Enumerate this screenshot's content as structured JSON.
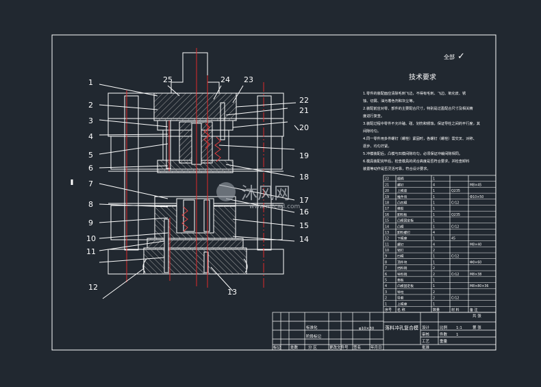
{
  "callouts": {
    "left": [
      "1",
      "2",
      "3",
      "4",
      "5",
      "6",
      "7",
      "8",
      "9",
      "10",
      "11",
      "12"
    ],
    "right": [
      "21",
      "20",
      "19",
      "18",
      "17",
      "16",
      "15",
      "14",
      "13"
    ],
    "top": [
      "25",
      "24",
      "23",
      "22"
    ]
  },
  "roughness": {
    "label": "全部",
    "mark": "✓"
  },
  "tech_req": {
    "title": "技术要求",
    "lines": [
      "1.零件的装配面应清除毛刺飞边，不得有毛刺、飞边、氧化皮、锈",
      "蚀、切屑、油污着色剂和灰尘等。",
      "2.装配前应对零、部件的主要配合尺寸，特别是过盈配合尺寸及相关精",
      "度进行复查。",
      "3.装配过程中零件不允许磕、碰、划伤和锈蚀，保证导柱之间的平行度，其",
      "间隙均匀。",
      "4.同一零件用多件螺钉（螺栓）紧固时，各螺钉（螺栓）需交叉、对称、",
      "逐步、均匀拧紧。",
      "5.冲模装配后，凸模与凹模间隙均匀，必须保证冲裁间隙相同。",
      "6.模具装配完毕后，检查模具的闭合高度是否符合要求，并检查卸料",
      "装置等动作是否灵活可靠，符合设计要求。"
    ]
  },
  "bom": {
    "rows": [
      {
        "no": "22",
        "name": "模柄",
        "qty": "1",
        "mat": "",
        "note": ""
      },
      {
        "no": "21",
        "name": "螺钉",
        "qty": "4",
        "mat": "",
        "note": "M8×45"
      },
      {
        "no": "20",
        "name": "上模座",
        "qty": "1",
        "mat": "Q235",
        "note": ""
      },
      {
        "no": "19",
        "name": "推件块",
        "qty": "1",
        "mat": "",
        "note": "Ф10×50"
      },
      {
        "no": "18",
        "name": "凸凹模",
        "qty": "1",
        "mat": "Cr12",
        "note": ""
      },
      {
        "no": "17",
        "name": "橡胶",
        "qty": "1",
        "mat": "",
        "note": ""
      },
      {
        "no": "16",
        "name": "卸料板",
        "qty": "1",
        "mat": "Q235",
        "note": ""
      },
      {
        "no": "15",
        "name": "凸模固定板",
        "qty": "1",
        "mat": "",
        "note": ""
      },
      {
        "no": "14",
        "name": "凸模",
        "qty": "1",
        "mat": "Cr12",
        "note": ""
      },
      {
        "no": "13",
        "name": "卸料螺钉",
        "qty": "4",
        "mat": "",
        "note": ""
      },
      {
        "no": "12",
        "name": "下模座",
        "qty": "1",
        "mat": "45",
        "note": ""
      },
      {
        "no": "11",
        "name": "螺钉",
        "qty": "4",
        "mat": "",
        "note": "M8×40"
      },
      {
        "no": "10",
        "name": "销钉",
        "qty": "2",
        "mat": "",
        "note": ""
      },
      {
        "no": "9",
        "name": "凹模",
        "qty": "1",
        "mat": "Cr12",
        "note": ""
      },
      {
        "no": "8",
        "name": "顶件块",
        "qty": "1",
        "mat": "",
        "note": "Ф8×60"
      },
      {
        "no": "7",
        "name": "挡料销",
        "qty": "2",
        "mat": "",
        "note": ""
      },
      {
        "no": "6",
        "name": "导料销",
        "qty": "2",
        "mat": "Cr12",
        "note": "M8×38"
      },
      {
        "no": "5",
        "name": "垫板",
        "qty": "1",
        "mat": "",
        "note": ""
      },
      {
        "no": "4",
        "name": "凸模固定板",
        "qty": "1",
        "mat": "",
        "note": "M8×80×36"
      },
      {
        "no": "3",
        "name": "导柱",
        "qty": "2",
        "mat": "",
        "note": ""
      },
      {
        "no": "2",
        "name": "导套",
        "qty": "2",
        "mat": "Cr12",
        "note": ""
      },
      {
        "no": "1",
        "name": "上模座",
        "qty": "1",
        "mat": "",
        "note": ""
      }
    ],
    "header": [
      "序号",
      "名 称",
      "数量",
      "材 料",
      "备 注"
    ]
  },
  "title_block": {
    "drawing_name": "落料冲孔复合模",
    "code": "φ10×30",
    "scale_label": "比例",
    "scale": "1:1",
    "qty_label": "件数",
    "qty": "1",
    "weight_label": "重量",
    "cols": [
      "标记",
      "处数",
      "分 区",
      "更改文件号",
      "签名",
      "年月日"
    ],
    "roles": [
      "设计",
      "审核",
      "工艺",
      "批准"
    ],
    "misc": [
      "标准化",
      "阶段标记",
      "共 张",
      "第 张"
    ]
  },
  "watermark": {
    "brand": "沐风网",
    "url": "www.mfcad.com"
  },
  "colors": {
    "bg": "#212830",
    "line": "#ffffff",
    "center": "#e02a2a",
    "spring": "#e84040",
    "hatch": "#9a9a9a"
  }
}
